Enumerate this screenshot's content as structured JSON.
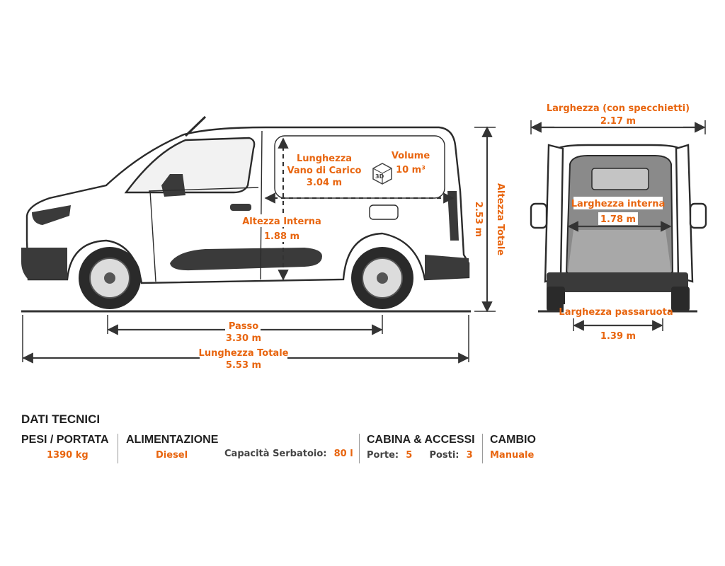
{
  "diagram": {
    "side": {
      "cargo_length": {
        "line1": "Lunghezza",
        "line2": "Vano di Carico",
        "value": "3.04 m"
      },
      "volume": {
        "label": "Volume",
        "value": "10 m³",
        "icon_text": "3D"
      },
      "internal_height": {
        "label": "Altezza Interna",
        "value": "1.88 m"
      },
      "total_height": {
        "label": "Altezza Totale",
        "value": "2.53 m"
      },
      "wheelbase": {
        "label": "Passo",
        "value": "3.30 m"
      },
      "total_length": {
        "label": "Lunghezza Totale",
        "value": "5.53 m"
      }
    },
    "rear": {
      "width_mirrors": {
        "label": "Larghezza (con specchietti)",
        "value": "2.17 m"
      },
      "internal_width": {
        "label": "Larghezza interna",
        "value": "1.78 m"
      },
      "wheel_arch_width": {
        "label": "Larghezza passaruota",
        "value": "1.39 m"
      }
    }
  },
  "specs": {
    "title": "DATI TECNICI",
    "weights": {
      "heading": "PESI / PORTATA",
      "value": "1390 kg"
    },
    "fuel": {
      "heading": "ALIMENTAZIONE",
      "value": "Diesel",
      "tank_label": "Capacità Serbatoio:",
      "tank_value": "80 l"
    },
    "cabin": {
      "heading": "CABINA & ACCESSI",
      "doors_label": "Porte:",
      "doors_value": "5",
      "seats_label": "Posti:",
      "seats_value": "3"
    },
    "gearbox": {
      "heading": "CAMBIO",
      "value": "Manuale"
    }
  },
  "colors": {
    "accent": "#e8650f",
    "line": "#333333",
    "van_body": "#ffffff",
    "trim": "#3a3a3a"
  }
}
